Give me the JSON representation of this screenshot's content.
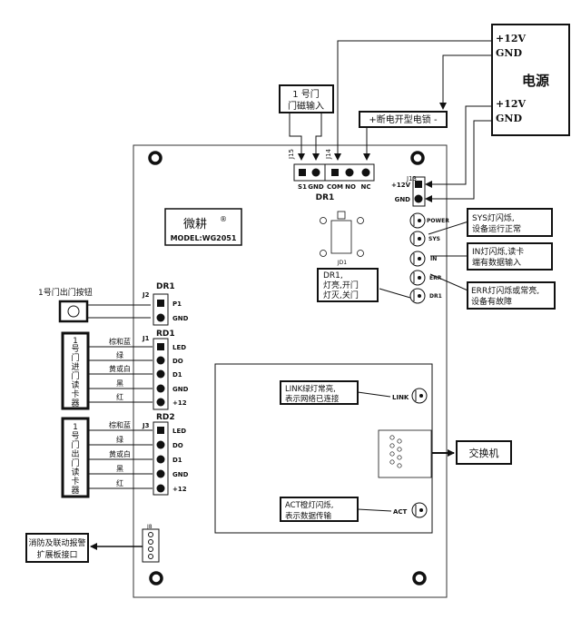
{
  "power": {
    "title": "电源",
    "top_12v": "+12V",
    "top_gnd": "GND",
    "bot_12v": "+12V",
    "bot_gnd": "GND"
  },
  "door_sensor": {
    "line1": "1 号门",
    "line2": "门磁输入"
  },
  "lock_label": "+断电开型电锁 -",
  "board": {
    "brand": "微耕",
    "model": "MODEL:WG2051",
    "registered": "®",
    "j15": "J15",
    "j14": "J14",
    "j13": "J13",
    "jd1": "JD1",
    "j8": "J8",
    "dr1_title": "DR1",
    "dr1_pins": [
      "S1",
      "GND",
      "COM",
      "NO",
      "NC"
    ],
    "j13_pins": [
      "+12V",
      "GND"
    ],
    "leds": [
      "POWER",
      "SYS",
      "IN",
      "ERR",
      "DR1"
    ],
    "j2": "J2",
    "j2_title": "DR1",
    "j2_pins": [
      "P1",
      "GND"
    ],
    "j1": "J1",
    "rd1_title": "RD1",
    "j3": "J3",
    "rd2_title": "RD2",
    "reader_pins": [
      "LED",
      "DO",
      "D1",
      "GND",
      "+12"
    ],
    "link": "LINK",
    "act": "ACT"
  },
  "callouts": {
    "sys": [
      "SYS灯闪烁,",
      "设备运行正常"
    ],
    "in": [
      "IN灯闪烁,读卡",
      "端有数据输入"
    ],
    "err": [
      "ERR灯闪烁或常亮,",
      "设备有故障"
    ],
    "dr1": [
      "DR1,",
      "灯亮,开门",
      "灯灭,关门"
    ],
    "link": [
      "LINK绿灯常亮,",
      "表示网络已连接"
    ],
    "act": [
      "ACT橙灯闪烁,",
      "表示数据传输"
    ]
  },
  "exit_button": "1号门出门按钮",
  "reader1": {
    "chars": [
      "1",
      "号",
      "门",
      "进",
      "门",
      "读",
      "卡",
      "器"
    ],
    "wires": [
      "棕和蓝",
      "绿",
      "黄或白",
      "黑",
      "红"
    ]
  },
  "reader2": {
    "chars": [
      "1",
      "号",
      "门",
      "出",
      "门",
      "读",
      "卡",
      "器"
    ],
    "wires": [
      "棕和蓝",
      "绿",
      "黄或白",
      "黑",
      "红"
    ]
  },
  "switch": "交换机",
  "fire": [
    "消防及联动报警",
    "扩展板接口"
  ]
}
